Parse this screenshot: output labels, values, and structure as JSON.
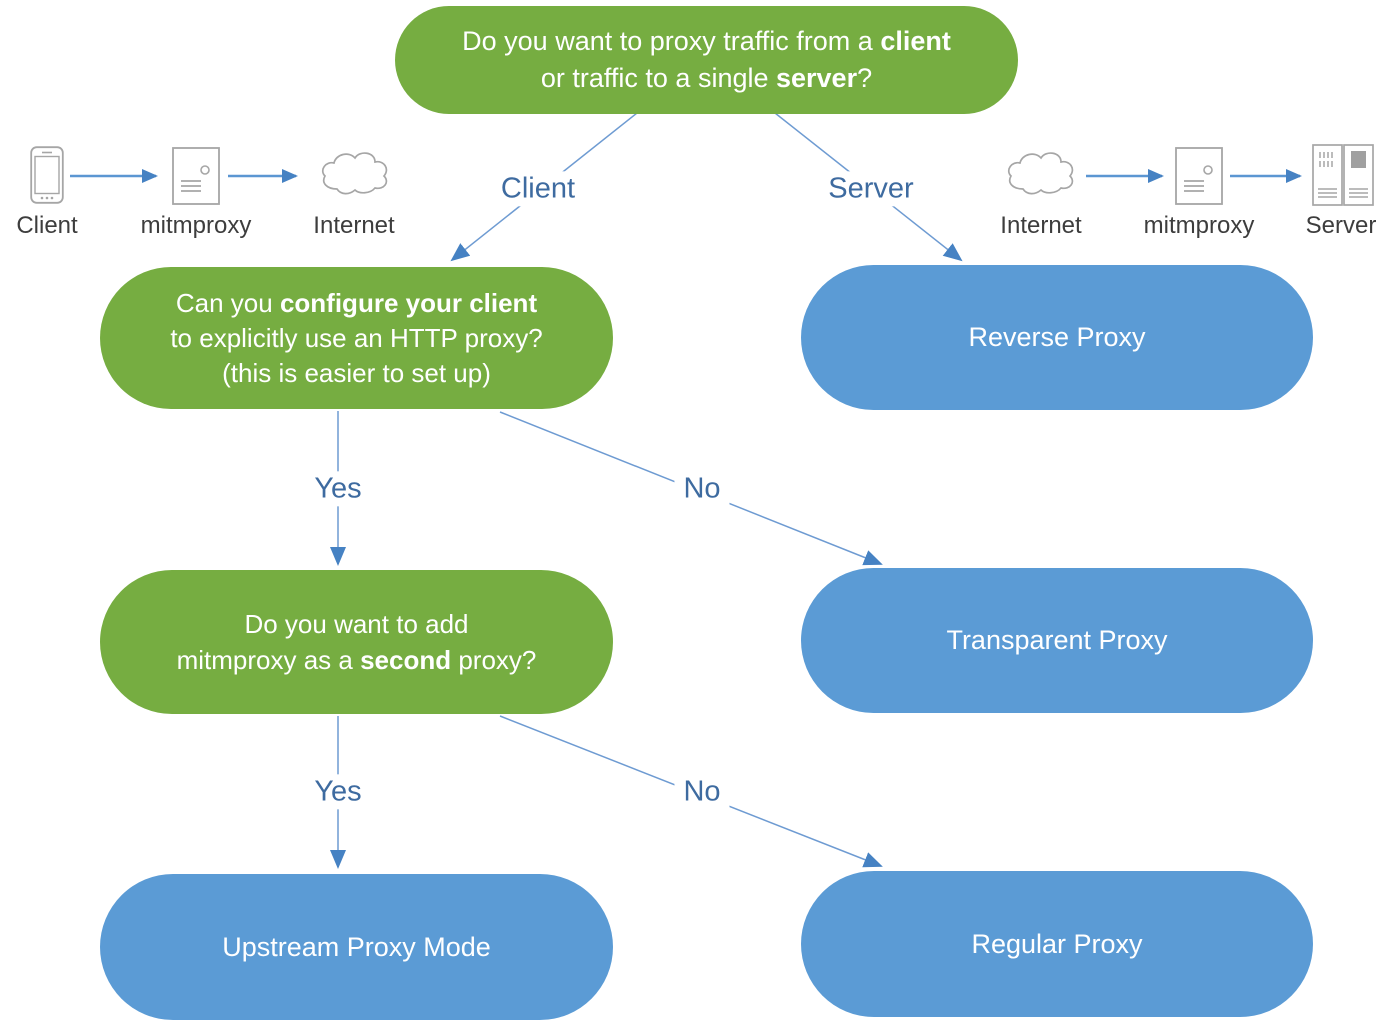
{
  "title": "mitmproxy mode decision tree",
  "colors": {
    "question_green": "#76ad41",
    "outcome_blue": "#5b9bd5",
    "connector_blue": "#6e9bd2",
    "arrowhead_blue": "#4682c3",
    "branch_label_blue": "#3e6ba0",
    "icon_outline_gray": "#a6a6a6",
    "icon_label_gray": "#3d3d3d"
  },
  "root_question": {
    "line1_pre": "Do you want to proxy traffic from a ",
    "line1_bold": "client",
    "line2_pre": "or traffic to a single ",
    "line2_bold": "server",
    "line2_post": "?"
  },
  "client_side_flow": {
    "items": [
      {
        "icon": "smartphone-icon",
        "label": "Client"
      },
      {
        "icon": "proxy-server-icon",
        "label": "mitmproxy"
      },
      {
        "icon": "cloud-icon",
        "label": "Internet"
      }
    ]
  },
  "server_side_flow": {
    "items": [
      {
        "icon": "cloud-icon",
        "label": "Internet"
      },
      {
        "icon": "proxy-server-icon",
        "label": "mitmproxy"
      },
      {
        "icon": "server-rack-icon",
        "label": "Server"
      }
    ]
  },
  "branch_labels": {
    "client": "Client",
    "server": "Server",
    "yes_1": "Yes",
    "no_1": "No",
    "yes_2": "Yes",
    "no_2": "No"
  },
  "client_config_question": {
    "line1_pre": "Can you ",
    "line1_bold": "configure your client",
    "line2": "to explicitly use an HTTP proxy?",
    "line3": "(this is easier to set up)"
  },
  "second_proxy_question": {
    "line1": "Do you want to add",
    "line2_pre": "mitmproxy as a ",
    "line2_bold": "second",
    "line2_post": " proxy?"
  },
  "outcomes": {
    "reverse": "Reverse Proxy",
    "transparent": "Transparent Proxy",
    "upstream": "Upstream Proxy Mode",
    "regular": "Regular Proxy"
  }
}
